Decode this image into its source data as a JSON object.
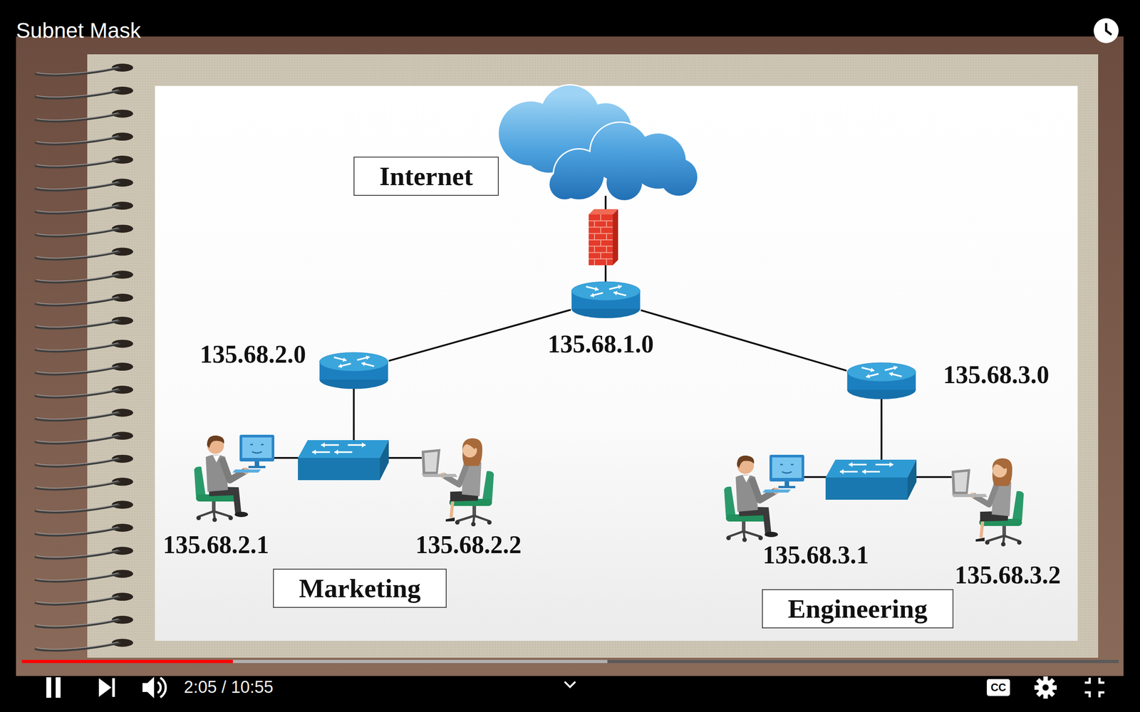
{
  "diagram": {
    "title": "Subnet Mask",
    "nodes": [
      {
        "text": [
          "Internet"
        ]
      },
      {
        "text": [
          "135.68.2.0"
        ]
      },
      {
        "text": [
          "135.68.1.0"
        ]
      },
      {
        "text": [
          "135.68.3.0"
        ]
      },
      {
        "text": [
          "135.68.2.1"
        ]
      },
      {
        "text": [
          "135.68.2.2"
        ]
      },
      {
        "text": [
          "135.68.3.1"
        ]
      },
      {
        "text": [
          "135.68.3.2"
        ]
      },
      {
        "text": [
          "Marketing"
        ]
      },
      {
        "text": [
          "Engineering"
        ]
      }
    ],
    "edges": [
      {
        "from": 2,
        "to": 1,
        "arrow": "none"
      },
      {
        "from": 2,
        "to": 3,
        "arrow": "none"
      }
    ],
    "labels": [
      "2:05 / 10:55",
      "CC"
    ]
  }
}
